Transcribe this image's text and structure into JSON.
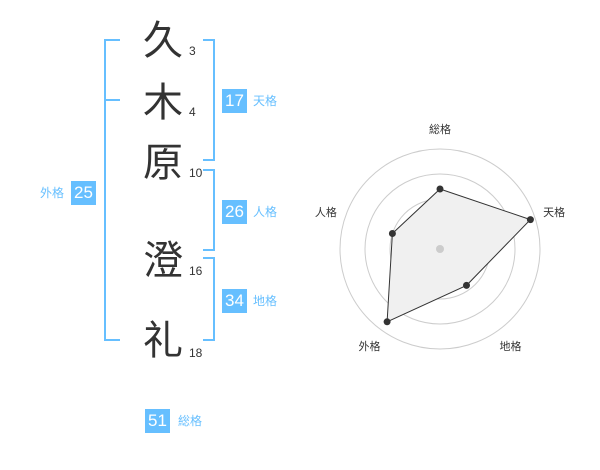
{
  "name": {
    "chars": [
      {
        "char": "久",
        "strokes": "3"
      },
      {
        "char": "木",
        "strokes": "4"
      },
      {
        "char": "原",
        "strokes": "10"
      },
      {
        "char": "澄",
        "strokes": "16"
      },
      {
        "char": "礼",
        "strokes": "18"
      }
    ]
  },
  "scores": {
    "tenkaku": {
      "value": "17",
      "label": "天格"
    },
    "jinkaku": {
      "value": "26",
      "label": "人格"
    },
    "chikaku": {
      "value": "34",
      "label": "地格"
    },
    "gaikaku": {
      "value": "25",
      "label": "外格"
    },
    "soukaku": {
      "value": "51",
      "label": "総格"
    }
  },
  "colors": {
    "accent": "#66bfff",
    "text": "#333333"
  },
  "chart_data": {
    "type": "radar",
    "axes": [
      "総格",
      "天格",
      "地格",
      "外格",
      "人格"
    ],
    "values": [
      0.6,
      0.95,
      0.45,
      0.9,
      0.5
    ],
    "rings": 4
  }
}
